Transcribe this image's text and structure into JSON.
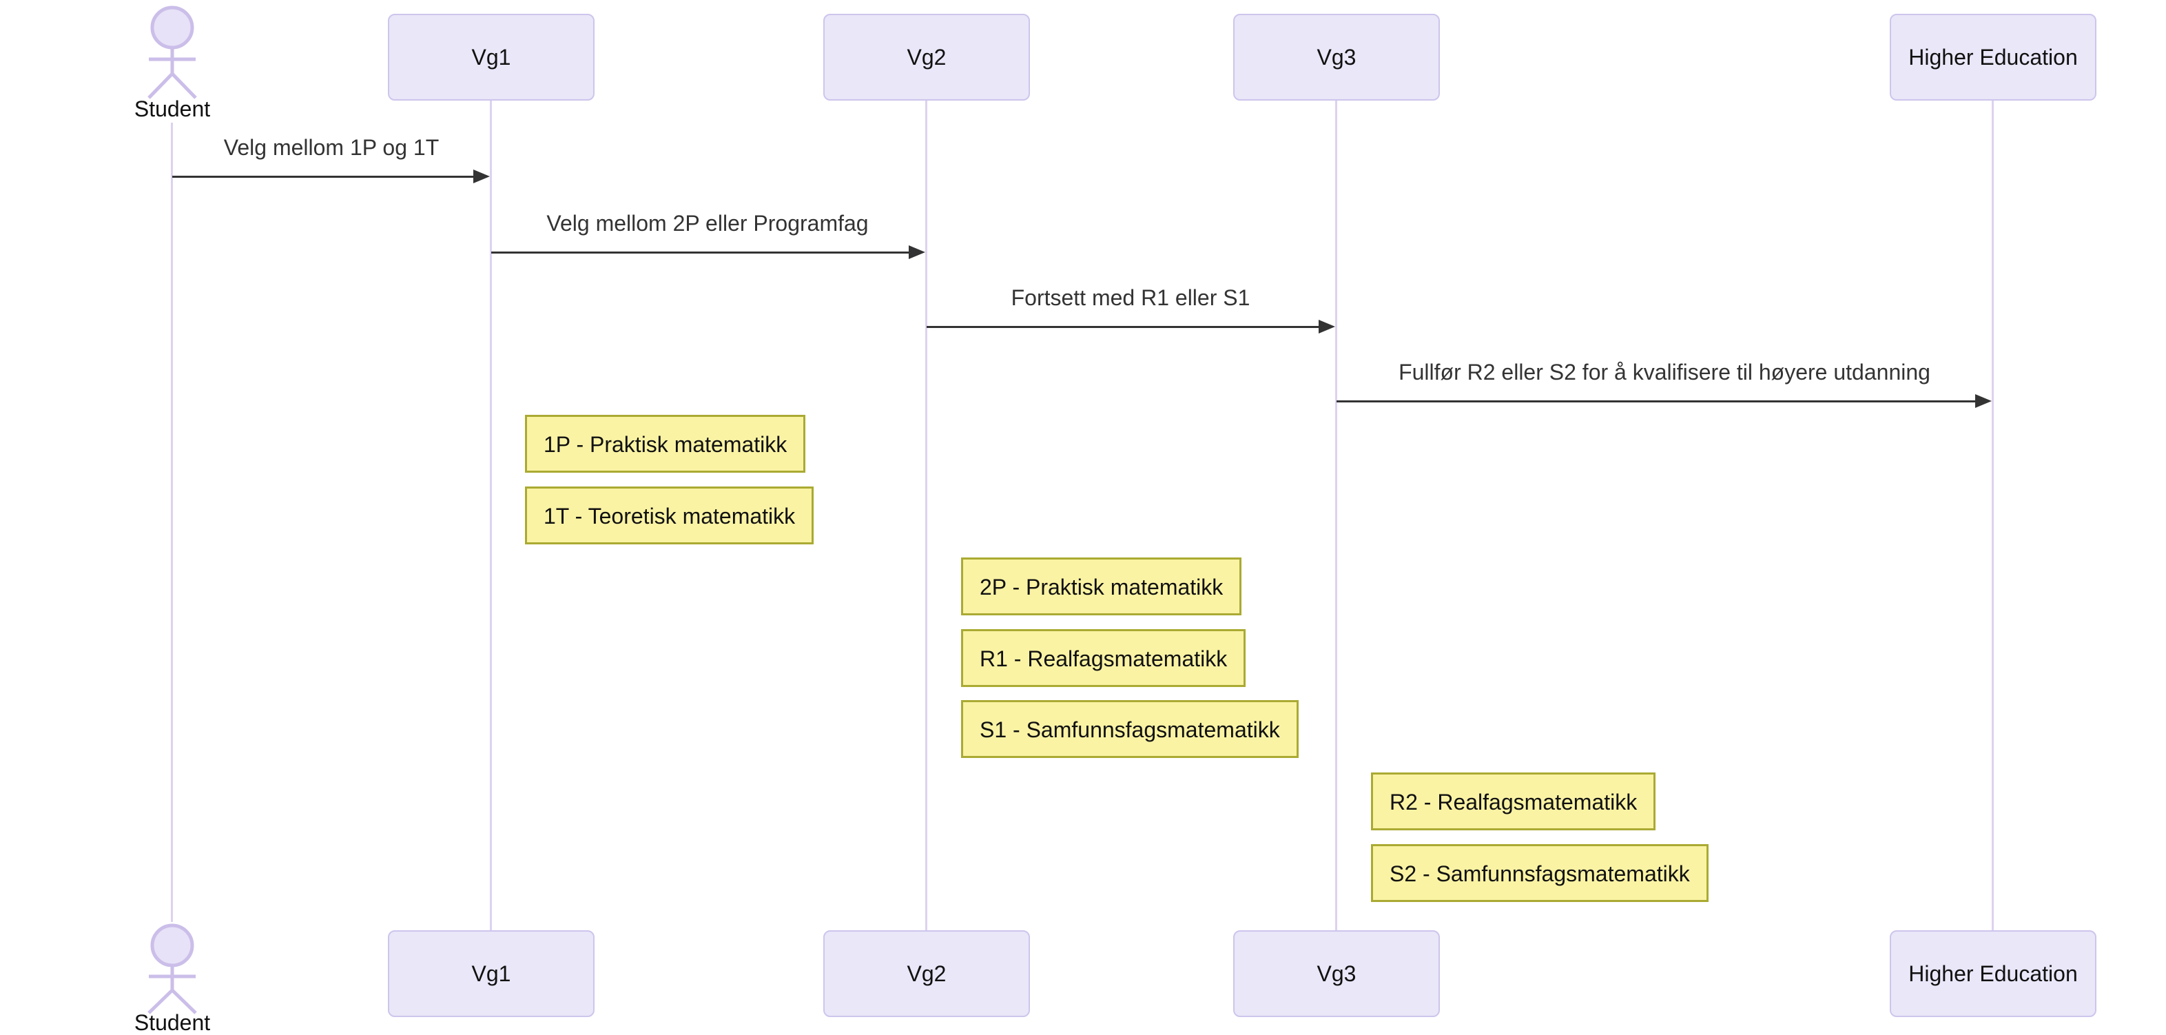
{
  "diagram": {
    "type": "sequence-diagram",
    "participants": [
      {
        "id": "student",
        "label": "Student",
        "kind": "actor"
      },
      {
        "id": "vg1",
        "label": "Vg1",
        "kind": "participant"
      },
      {
        "id": "vg2",
        "label": "Vg2",
        "kind": "participant"
      },
      {
        "id": "vg3",
        "label": "Vg3",
        "kind": "participant"
      },
      {
        "id": "higher-education",
        "label": "Higher Education",
        "kind": "participant"
      }
    ],
    "messages": [
      {
        "from": "Student",
        "to": "Vg1",
        "label": "Velg mellom 1P og 1T"
      },
      {
        "from": "Vg1",
        "to": "Vg2",
        "label": "Velg mellom 2P eller Programfag"
      },
      {
        "from": "Vg2",
        "to": "Vg3",
        "label": "Fortsett med R1 eller S1"
      },
      {
        "from": "Vg3",
        "to": "Higher Education",
        "label": "Fullfør R2 eller S2 for å kvalifisere til høyere utdanning"
      }
    ],
    "notes": [
      {
        "over": "Vg1",
        "label": "1P - Praktisk matematikk"
      },
      {
        "over": "Vg1",
        "label": "1T - Teoretisk matematikk"
      },
      {
        "over": "Vg2",
        "label": "2P - Praktisk matematikk"
      },
      {
        "over": "Vg2",
        "label": "R1 - Realfagsmatematikk"
      },
      {
        "over": "Vg2",
        "label": "S1 - Samfunnsfagsmatematikk"
      },
      {
        "over": "Vg3",
        "label": "R2 - Realfagsmatematikk"
      },
      {
        "over": "Vg3",
        "label": "S2 - Samfunnsfagsmatematikk"
      }
    ],
    "colors": {
      "participant_fill": "#E9E7F8",
      "participant_border": "#CEC5EC",
      "lifeline": "#DCD2F0",
      "actor_stroke": "#CBBEE9",
      "actor_head_fill": "#E7E2F7",
      "note_fill": "#FAF3A4",
      "note_border": "#AAAA33",
      "message_line": "#333333",
      "message_text": "#333333",
      "label_text": "#111111",
      "background": "#FFFFFF"
    }
  }
}
